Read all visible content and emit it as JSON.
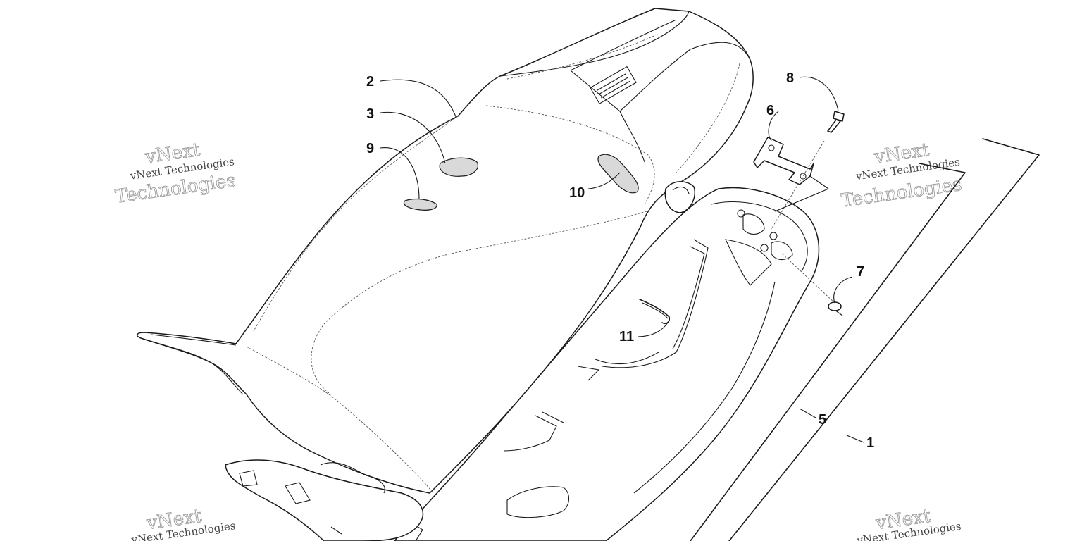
{
  "watermark": {
    "line": "vNext Technologies",
    "big_top": "vNext",
    "big_bottom": "Technologies"
  },
  "callouts": [
    {
      "id": "1",
      "label": "1"
    },
    {
      "id": "2",
      "label": "2"
    },
    {
      "id": "3",
      "label": "3"
    },
    {
      "id": "5",
      "label": "5"
    },
    {
      "id": "6",
      "label": "6"
    },
    {
      "id": "7",
      "label": "7"
    },
    {
      "id": "8",
      "label": "8"
    },
    {
      "id": "9",
      "label": "9"
    },
    {
      "id": "10",
      "label": "10"
    },
    {
      "id": "11",
      "label": "11"
    }
  ],
  "colors": {
    "line": "#1a1a1a",
    "foam": "#d9d9d9",
    "watermark": "#9a9a9a"
  }
}
